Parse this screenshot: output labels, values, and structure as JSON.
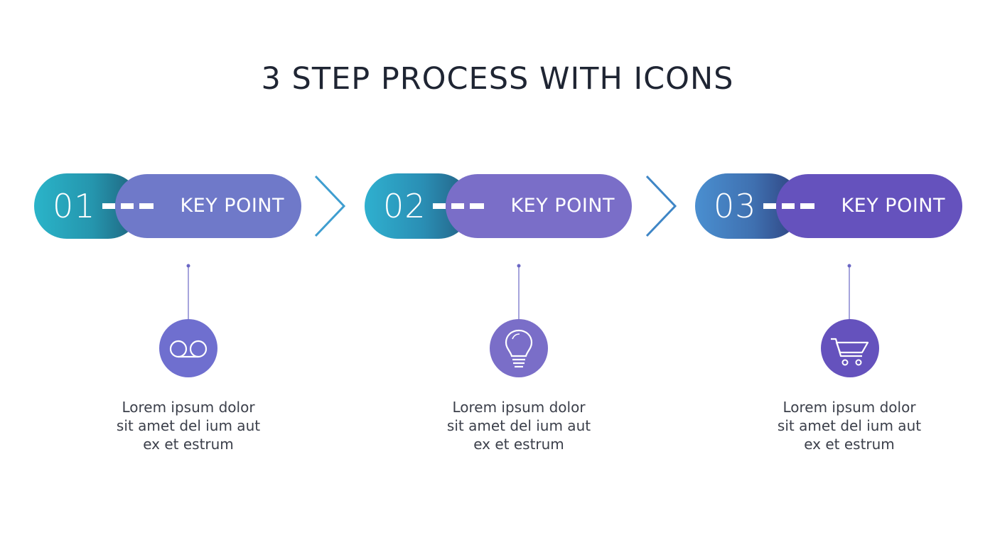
{
  "title": "3 STEP PROCESS WITH ICONS",
  "colors": {
    "title": "#1f2533",
    "text": "#3b3f4a",
    "chevron": "#3f9ed0",
    "connector": "#6b67c4",
    "icon_circle_1": "#6f6fcf",
    "icon_circle_2": "#7a6ec8",
    "icon_circle_3": "#6552bd"
  },
  "steps": [
    {
      "number": "01",
      "label": "KEY POINT",
      "icon": "voicemail-icon",
      "description_lines": [
        "Lorem ipsum dolor",
        "sit amet del ium aut",
        "ex et estrum"
      ]
    },
    {
      "number": "02",
      "label": "KEY POINT",
      "icon": "lightbulb-icon",
      "description_lines": [
        "Lorem ipsum dolor",
        "sit amet del ium aut",
        "ex et estrum"
      ]
    },
    {
      "number": "03",
      "label": "KEY POINT",
      "icon": "shopping-cart-icon",
      "description_lines": [
        "Lorem ipsum dolor",
        "sit amet del ium aut",
        "ex et estrum"
      ]
    }
  ]
}
